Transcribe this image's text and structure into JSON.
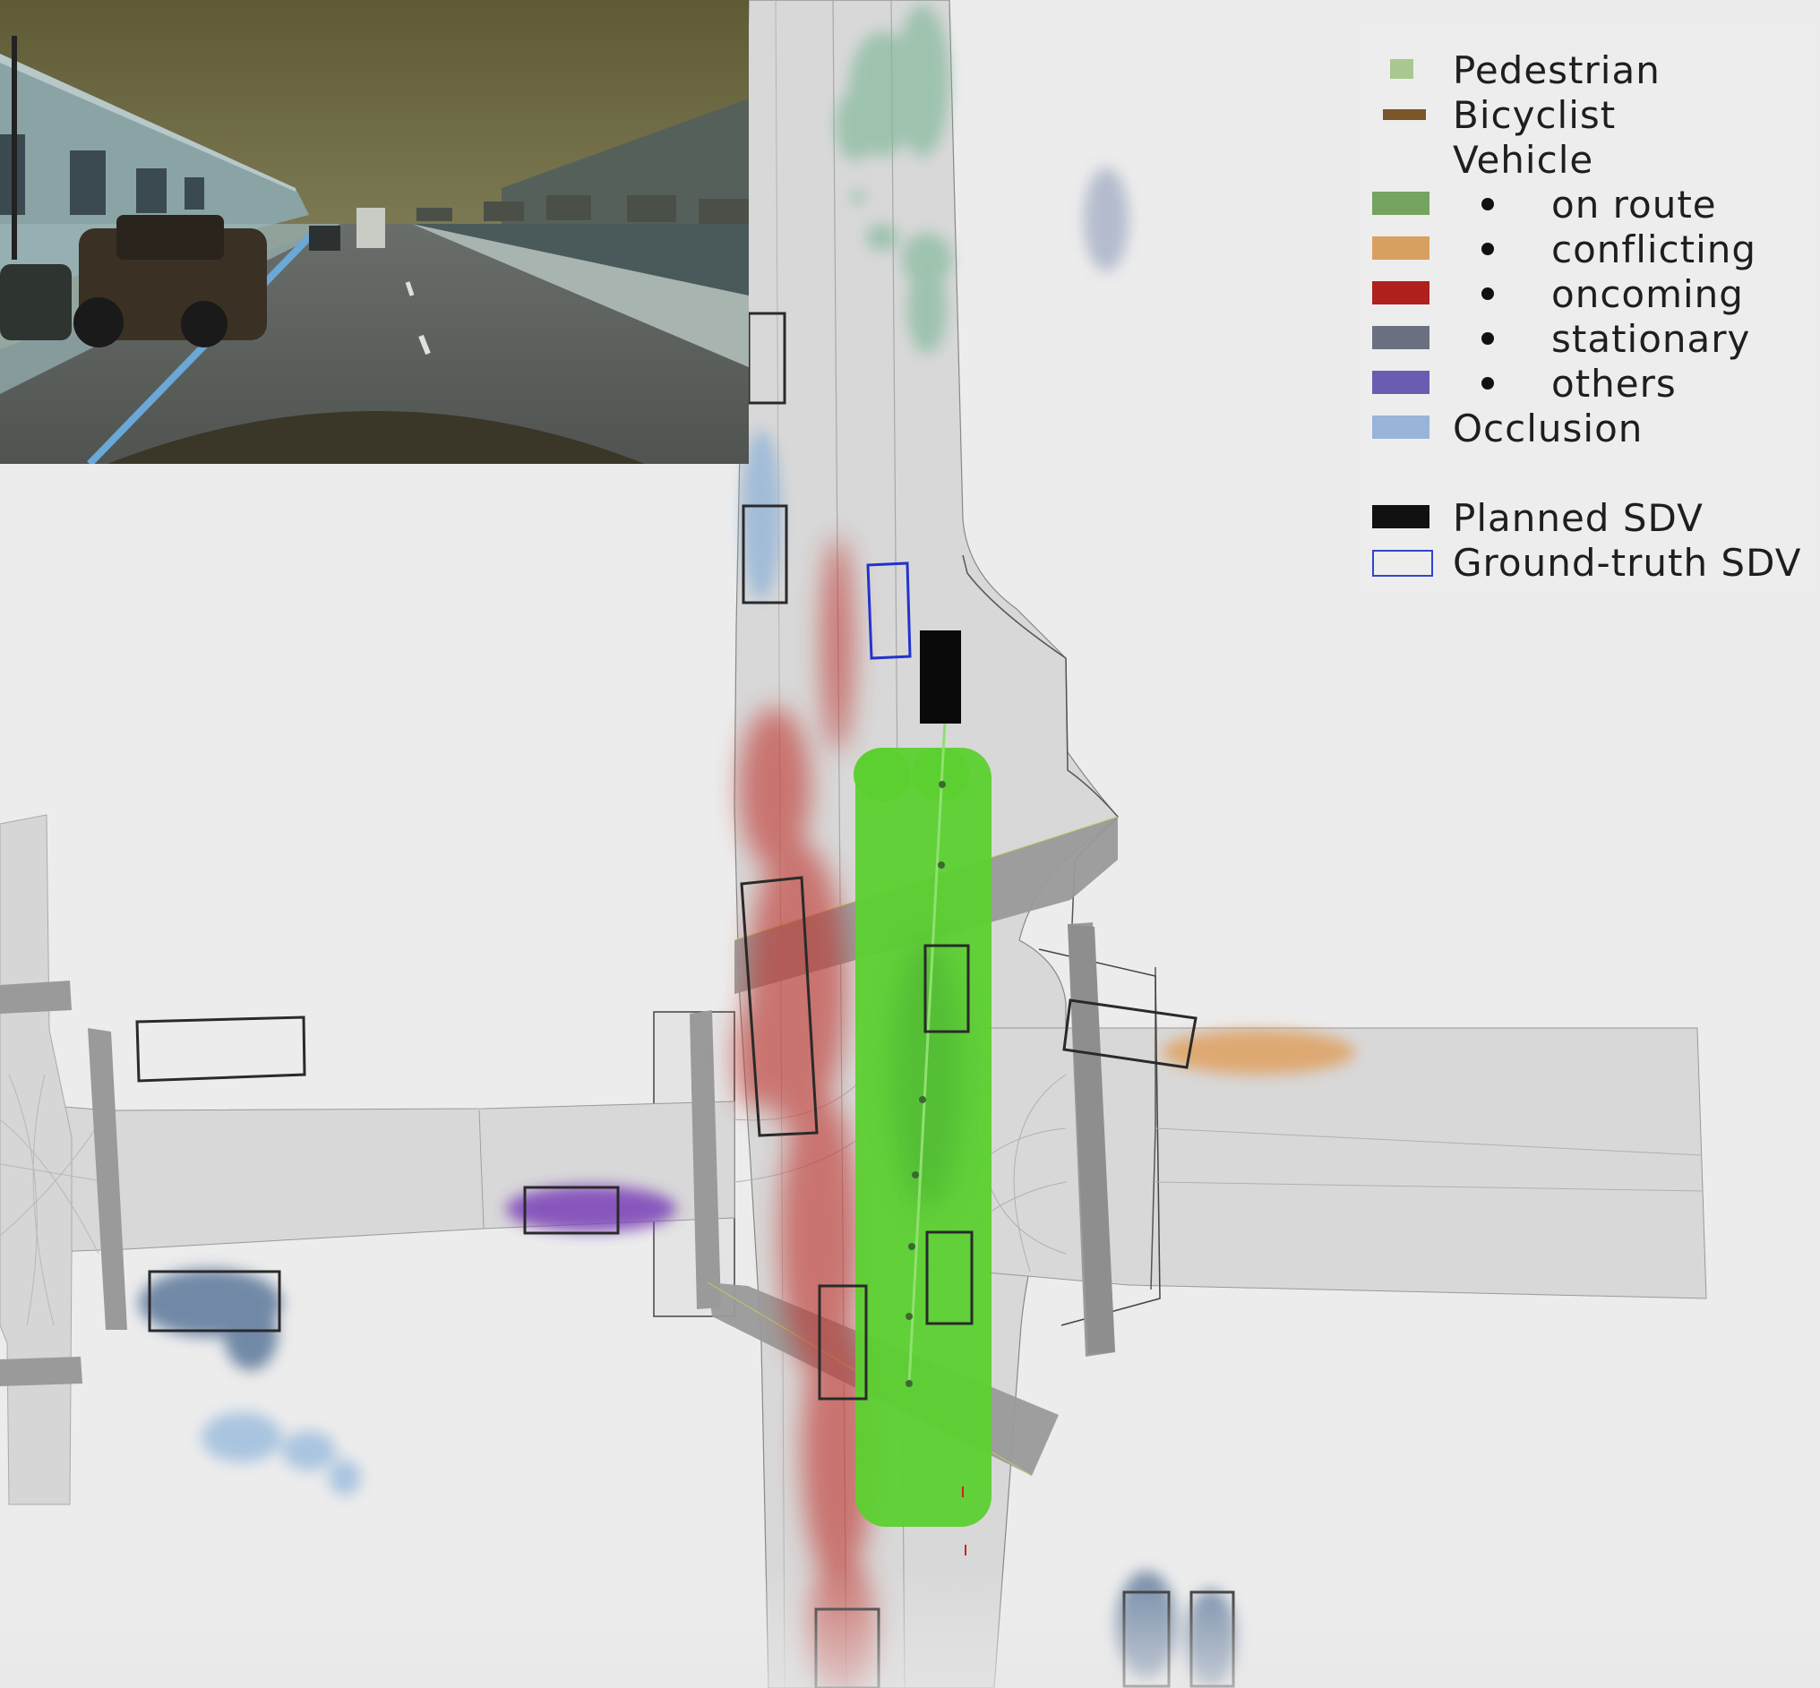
{
  "legend": {
    "pedestrian": {
      "label": "Pedestrian",
      "color": "#a8c890"
    },
    "bicyclist": {
      "label": "Bicyclist",
      "color": "#7a5628"
    },
    "vehicle": {
      "label": "Vehicle"
    },
    "on_route": {
      "label": "on route",
      "color": "#74a460"
    },
    "conflicting": {
      "label": "conflicting",
      "color": "#d8a060"
    },
    "oncoming": {
      "label": "oncoming",
      "color": "#b0201c"
    },
    "stationary": {
      "label": "stationary",
      "color": "#6a7080"
    },
    "others": {
      "label": "others",
      "color": "#6a5cb0"
    },
    "occlusion": {
      "label": "Occlusion",
      "color": "#98b4d8"
    },
    "planned_sdv": {
      "label": "Planned SDV",
      "color": "#111111"
    },
    "ground_truth_sdv": {
      "label": "Ground-truth SDV",
      "color": "#3344cc"
    }
  },
  "icons": {
    "camera_view": "front-camera-image",
    "planned_route": "green-route-corridor"
  }
}
